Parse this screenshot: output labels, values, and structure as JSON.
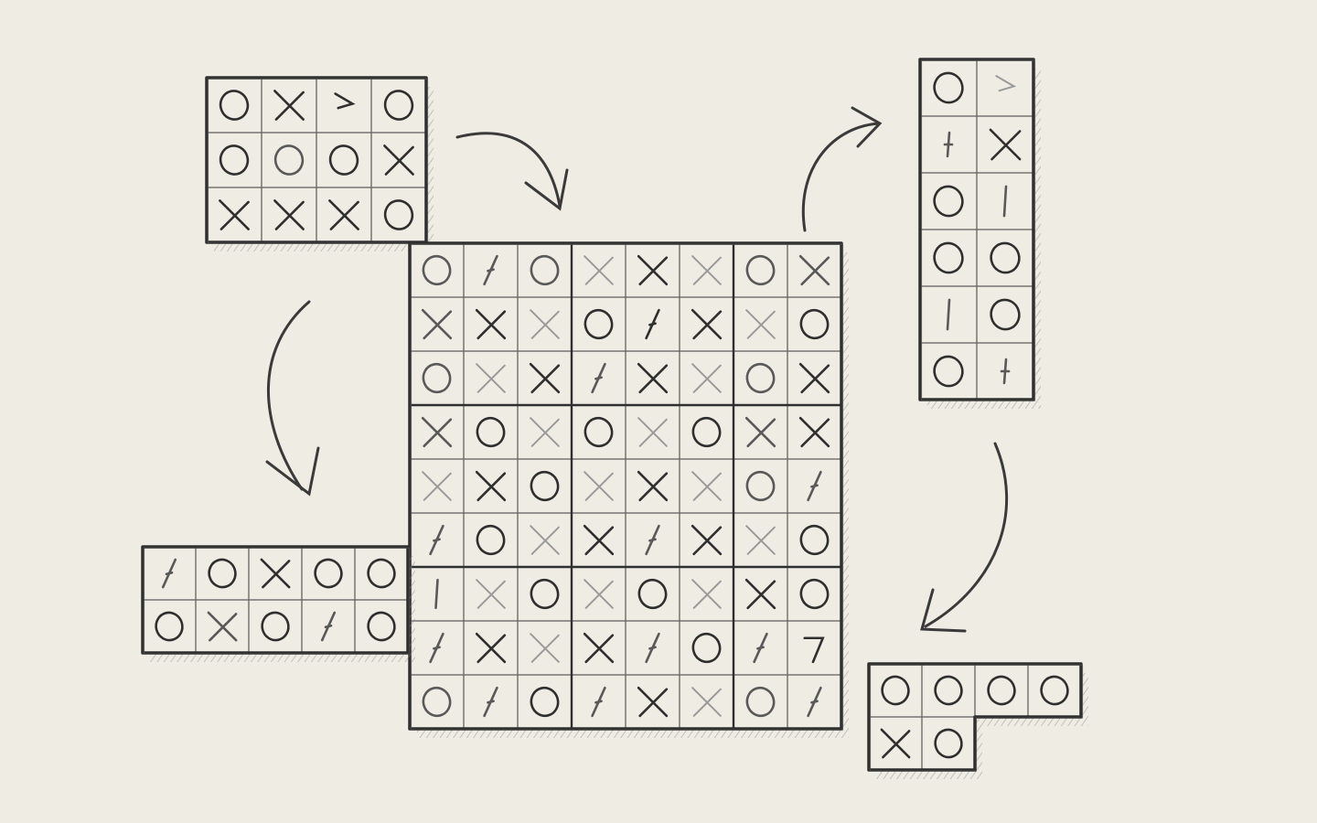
{
  "colors": {
    "paper": "#efece3",
    "ink_dark": "#2f2f2f",
    "ink_mid": "#595959",
    "ink_light": "#9a9a9a",
    "shadow": "#7a7a7a"
  },
  "boards": {
    "top_left": {
      "rows": [
        [
          {
            "m": "O",
            "w": "d"
          },
          {
            "m": "X",
            "w": "d"
          },
          {
            "m": ">",
            "w": "d"
          },
          {
            "m": "O",
            "w": "d"
          }
        ],
        [
          {
            "m": "O",
            "w": "d"
          },
          {
            "m": "O",
            "w": "m"
          },
          {
            "m": "O",
            "w": "d"
          },
          {
            "m": "X",
            "w": "d"
          }
        ],
        [
          {
            "m": "X",
            "w": "d"
          },
          {
            "m": "X",
            "w": "d"
          },
          {
            "m": "X",
            "w": "d"
          },
          {
            "m": "O",
            "w": "d"
          }
        ]
      ]
    },
    "main": {
      "rows": [
        [
          {
            "m": "O",
            "w": "m"
          },
          {
            "m": "/",
            "w": "m"
          },
          {
            "m": "O",
            "w": "m"
          },
          {
            "m": "X",
            "w": "l"
          },
          {
            "m": "X",
            "w": "d"
          },
          {
            "m": "X",
            "w": "l"
          },
          {
            "m": "O",
            "w": "m"
          },
          {
            "m": "X",
            "w": "m"
          }
        ],
        [
          {
            "m": "X",
            "w": "m"
          },
          {
            "m": "X",
            "w": "d"
          },
          {
            "m": "X",
            "w": "l"
          },
          {
            "m": "O",
            "w": "d"
          },
          {
            "m": "/",
            "w": "d"
          },
          {
            "m": "X",
            "w": "d"
          },
          {
            "m": "X",
            "w": "l"
          },
          {
            "m": "O",
            "w": "d"
          }
        ],
        [
          {
            "m": "O",
            "w": "m"
          },
          {
            "m": "X",
            "w": "l"
          },
          {
            "m": "X",
            "w": "d"
          },
          {
            "m": "/",
            "w": "m"
          },
          {
            "m": "X",
            "w": "d"
          },
          {
            "m": "X",
            "w": "l"
          },
          {
            "m": "O",
            "w": "m"
          },
          {
            "m": "X",
            "w": "d"
          }
        ],
        [
          {
            "m": "X",
            "w": "m"
          },
          {
            "m": "O",
            "w": "d"
          },
          {
            "m": "X",
            "w": "l"
          },
          {
            "m": "O",
            "w": "d"
          },
          {
            "m": "X",
            "w": "l"
          },
          {
            "m": "O",
            "w": "d"
          },
          {
            "m": "X",
            "w": "m"
          },
          {
            "m": "X",
            "w": "d"
          }
        ],
        [
          {
            "m": "X",
            "w": "l"
          },
          {
            "m": "X",
            "w": "d"
          },
          {
            "m": "O",
            "w": "d"
          },
          {
            "m": "X",
            "w": "l"
          },
          {
            "m": "X",
            "w": "d"
          },
          {
            "m": "X",
            "w": "l"
          },
          {
            "m": "O",
            "w": "m"
          },
          {
            "m": "/",
            "w": "m"
          }
        ],
        [
          {
            "m": "/",
            "w": "m"
          },
          {
            "m": "O",
            "w": "d"
          },
          {
            "m": "X",
            "w": "l"
          },
          {
            "m": "X",
            "w": "d"
          },
          {
            "m": "/",
            "w": "m"
          },
          {
            "m": "X",
            "w": "d"
          },
          {
            "m": "X",
            "w": "l"
          },
          {
            "m": "O",
            "w": "d"
          }
        ],
        [
          {
            "m": "|",
            "w": "m"
          },
          {
            "m": "X",
            "w": "l"
          },
          {
            "m": "O",
            "w": "d"
          },
          {
            "m": "X",
            "w": "l"
          },
          {
            "m": "O",
            "w": "d"
          },
          {
            "m": "X",
            "w": "l"
          },
          {
            "m": "X",
            "w": "d"
          },
          {
            "m": "O",
            "w": "d"
          }
        ],
        [
          {
            "m": "/",
            "w": "m"
          },
          {
            "m": "X",
            "w": "d"
          },
          {
            "m": "X",
            "w": "l"
          },
          {
            "m": "X",
            "w": "d"
          },
          {
            "m": "/",
            "w": "m"
          },
          {
            "m": "O",
            "w": "d"
          },
          {
            "m": "/",
            "w": "m"
          },
          {
            "m": "7",
            "w": "d"
          }
        ],
        [
          {
            "m": "O",
            "w": "m"
          },
          {
            "m": "/",
            "w": "m"
          },
          {
            "m": "O",
            "w": "d"
          },
          {
            "m": "/",
            "w": "m"
          },
          {
            "m": "X",
            "w": "d"
          },
          {
            "m": "X",
            "w": "l"
          },
          {
            "m": "O",
            "w": "m"
          },
          {
            "m": "/",
            "w": "m"
          }
        ]
      ]
    },
    "right_tall": {
      "rows": [
        [
          {
            "m": "O",
            "w": "d"
          },
          {
            "m": ">",
            "w": "l"
          }
        ],
        [
          {
            "m": "+",
            "w": "m"
          },
          {
            "m": "X",
            "w": "d"
          }
        ],
        [
          {
            "m": "O",
            "w": "d"
          },
          {
            "m": "|",
            "w": "m"
          }
        ],
        [
          {
            "m": "O",
            "w": "d"
          },
          {
            "m": "O",
            "w": "d"
          }
        ],
        [
          {
            "m": "|",
            "w": "m"
          },
          {
            "m": "O",
            "w": "d"
          }
        ],
        [
          {
            "m": "O",
            "w": "d"
          },
          {
            "m": "+",
            "w": "m"
          }
        ]
      ]
    },
    "left_wide": {
      "rows": [
        [
          {
            "m": "/",
            "w": "m"
          },
          {
            "m": "O",
            "w": "d"
          },
          {
            "m": "X",
            "w": "d"
          },
          {
            "m": "O",
            "w": "d"
          },
          {
            "m": "O",
            "w": "d"
          }
        ],
        [
          {
            "m": "O",
            "w": "d"
          },
          {
            "m": "X",
            "w": "m"
          },
          {
            "m": "O",
            "w": "d"
          },
          {
            "m": "/",
            "w": "m"
          },
          {
            "m": "O",
            "w": "d"
          }
        ]
      ]
    },
    "bottom_right": {
      "rows": [
        [
          {
            "m": "O",
            "w": "d"
          },
          {
            "m": "O",
            "w": "d"
          },
          {
            "m": "O",
            "w": "d"
          },
          {
            "m": "O",
            "w": "d"
          }
        ],
        [
          {
            "m": "X",
            "w": "d"
          },
          {
            "m": "O",
            "w": "d"
          }
        ]
      ]
    }
  }
}
